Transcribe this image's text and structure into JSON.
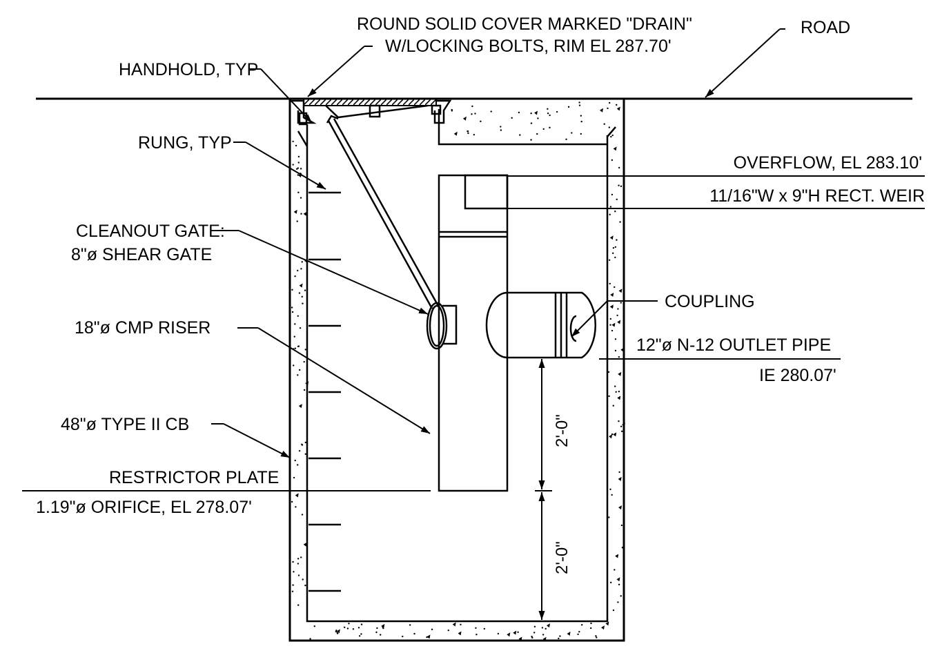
{
  "labels": {
    "cover_line1": "ROUND SOLID COVER MARKED \"DRAIN\"",
    "cover_line2": "W/LOCKING BOLTS, RIM EL  287.70'",
    "road": "ROAD",
    "handhold": "HANDHOLD, TYP",
    "rung": "RUNG, TYP",
    "overflow": "OVERFLOW, EL 283.10'",
    "weir": "11/16\"W x 9\"H RECT. WEIR",
    "cleanout_line1": "CLEANOUT GATE:",
    "cleanout_line2": "8\"ø SHEAR GATE",
    "coupling": "COUPLING",
    "riser": "18\"ø CMP RISER",
    "outlet_line1": "12\"ø N-12 OUTLET PIPE",
    "outlet_line2": "IE  280.07'",
    "cb": "48\"ø TYPE II CB",
    "restrictor_line1": "RESTRICTOR PLATE",
    "restrictor_line2": "1.19\"ø ORIFICE, EL 278.07'",
    "dim_upper": "2'-0\"",
    "dim_lower": "2'-0\""
  },
  "colors": {
    "ink": "#000000",
    "paper": "#ffffff"
  }
}
